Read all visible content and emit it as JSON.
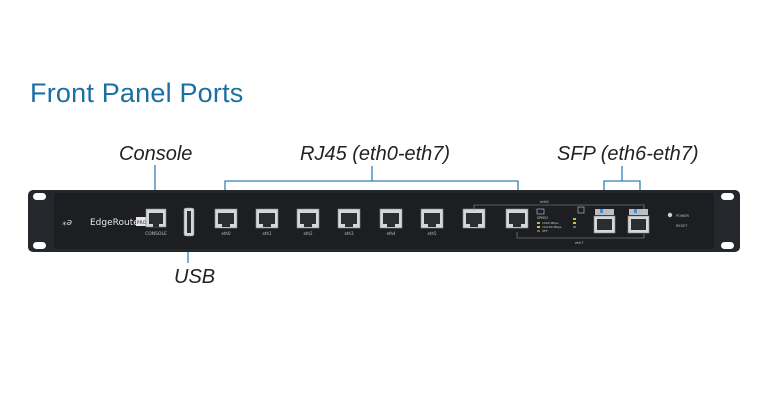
{
  "title": "Front Panel Ports",
  "callouts": {
    "console": "Console",
    "rj45": "RJ45 (eth0-eth7)",
    "sfp": "SFP (eth6-eth7)",
    "usb": "USB"
  },
  "device": {
    "brand": "EdgeRouter",
    "model_badge": "PRO",
    "console_port_label": "CONSOLE",
    "rj45_port_labels": [
      "eth0",
      "eth1",
      "eth2",
      "eth3",
      "eth4",
      "eth5",
      "",
      ""
    ],
    "combo_top_label": "eth6",
    "combo_bottom_label": "eth7",
    "led_legend": [
      "SPEED",
      "1000 Mbps",
      "10/100 Mbps",
      "OFF"
    ],
    "right_labels": [
      "POWER",
      "RESET"
    ]
  },
  "colors": {
    "title": "#1a6fa3",
    "chassis": "#1c1e21",
    "callout_line": "#2f83b3"
  }
}
